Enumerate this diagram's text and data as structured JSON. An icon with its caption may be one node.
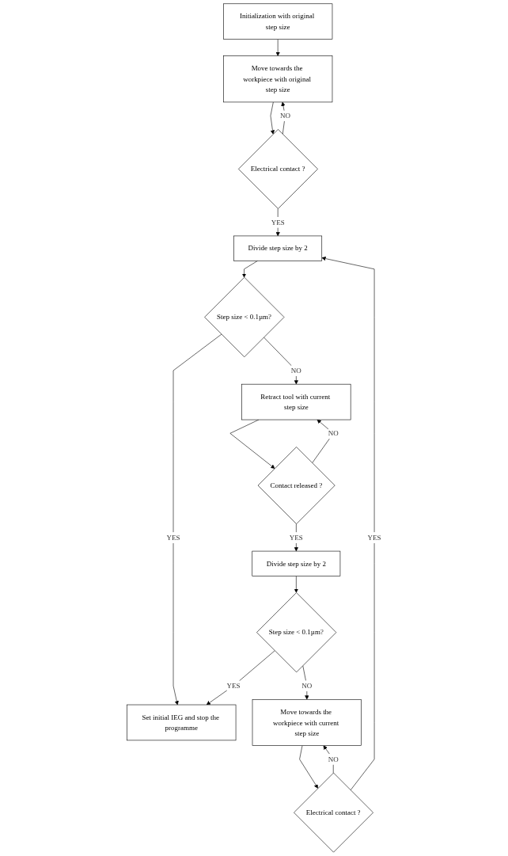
{
  "diagram": {
    "nodes": [
      {
        "text": [
          "Initialization with original step size"
        ]
      },
      {
        "text": [
          "Move towards the workpiece with original step size"
        ]
      },
      {
        "text": [
          "Electrical contact ?"
        ]
      },
      {
        "text": [
          "Divide step size by 2"
        ]
      },
      {
        "text": [
          "Step size < 0.1µm?"
        ]
      },
      {
        "text": [
          "Set initial IEG and stop the programme"
        ]
      },
      {
        "text": [
          "Retract tool with current step size"
        ]
      },
      {
        "text": [
          "Contact released ?"
        ]
      },
      {
        "text": [
          "Divide step size by 2"
        ]
      },
      {
        "text": [
          "Step size < 0.1µm?"
        ]
      },
      {
        "text": [
          "Move towards the workpiece with current step size"
        ]
      },
      {
        "text": [
          "Electrical contact ?"
        ]
      }
    ],
    "edges": [
      {
        "from": 0,
        "to": 1,
        "arrow": "to"
      },
      {
        "from": 1,
        "to": 2,
        "arrow": "to"
      },
      {
        "from": 2,
        "to": 1,
        "arrow": "to",
        "label": "NO"
      },
      {
        "from": 2,
        "to": 3,
        "arrow": "to",
        "label": "YES"
      },
      {
        "from": 3,
        "to": 4,
        "arrow": "to"
      },
      {
        "from": 4,
        "to": 5,
        "arrow": "to",
        "label": "YES"
      },
      {
        "from": 4,
        "to": 6,
        "arrow": "to",
        "label": "NO"
      },
      {
        "from": 6,
        "to": 7,
        "arrow": "to"
      },
      {
        "from": 7,
        "to": 6,
        "arrow": "to",
        "label": "NO"
      },
      {
        "from": 7,
        "to": 8,
        "arrow": "to",
        "label": "YES"
      },
      {
        "from": 8,
        "to": 9,
        "arrow": "to"
      },
      {
        "from": 9,
        "to": 5,
        "arrow": "to",
        "label": "YES"
      },
      {
        "from": 9,
        "to": 10,
        "arrow": "to",
        "label": "NO"
      },
      {
        "from": 10,
        "to": 11,
        "arrow": "to"
      },
      {
        "from": 11,
        "to": 3,
        "arrow": "to",
        "label": "YES"
      },
      {
        "from": 11,
        "to": 10,
        "arrow": "to",
        "label": "NO"
      }
    ]
  }
}
